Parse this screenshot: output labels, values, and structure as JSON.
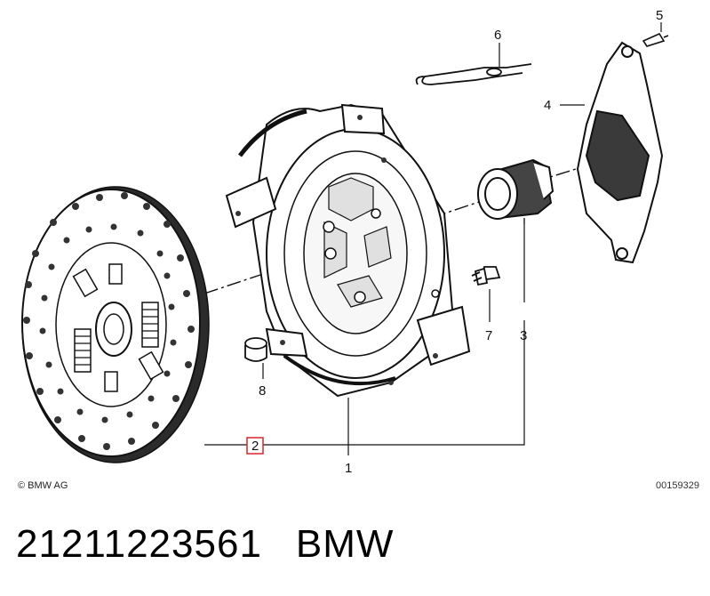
{
  "diagram": {
    "labels": {
      "clutch_assembly": "1",
      "clutch_disc": "2",
      "release_bearing": "3",
      "guide_plate": "4",
      "bushing": "5",
      "clip": "6",
      "bolt": "7",
      "dowel_sleeve": "8"
    },
    "highlighted_label": "clutch_disc",
    "highlight_color": "#d9262b"
  },
  "copyright": "© BMW AG",
  "reference_number": "00159329",
  "footer": {
    "part_number": "21211223561",
    "brand": "BMW"
  }
}
